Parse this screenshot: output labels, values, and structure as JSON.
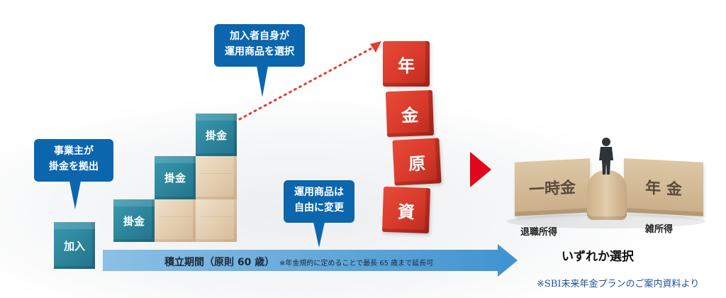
{
  "blocks": {
    "join": "加入",
    "contribution_1": "掛金",
    "contribution_2": "掛金",
    "contribution_3": "掛金"
  },
  "callouts": {
    "employer": [
      "事業主が",
      "掛金を拠出"
    ],
    "member": [
      "加入者自身が",
      "運用商品を選択"
    ],
    "products": [
      "運用商品は",
      "自由に変更"
    ]
  },
  "timeline": {
    "label": "積立期間（原則 60 歳）",
    "note": "※年金規約に定めることで最長 65 歳まで延長可"
  },
  "stack": [
    "年",
    "金",
    "原",
    "資"
  ],
  "payout": {
    "lump_sum": "一時金",
    "pension": "年 金",
    "lump_sum_tax": "退職所得",
    "pension_tax": "雑所得",
    "choice": "いずれか選択"
  },
  "source": "※SBI未来年金プランのご案内資料より",
  "colors": {
    "teal": "#2b8299",
    "blue": "#0b66ad",
    "red": "#d8392a",
    "arrow": "#5ea6d8",
    "wood": "#e3ceb0"
  }
}
